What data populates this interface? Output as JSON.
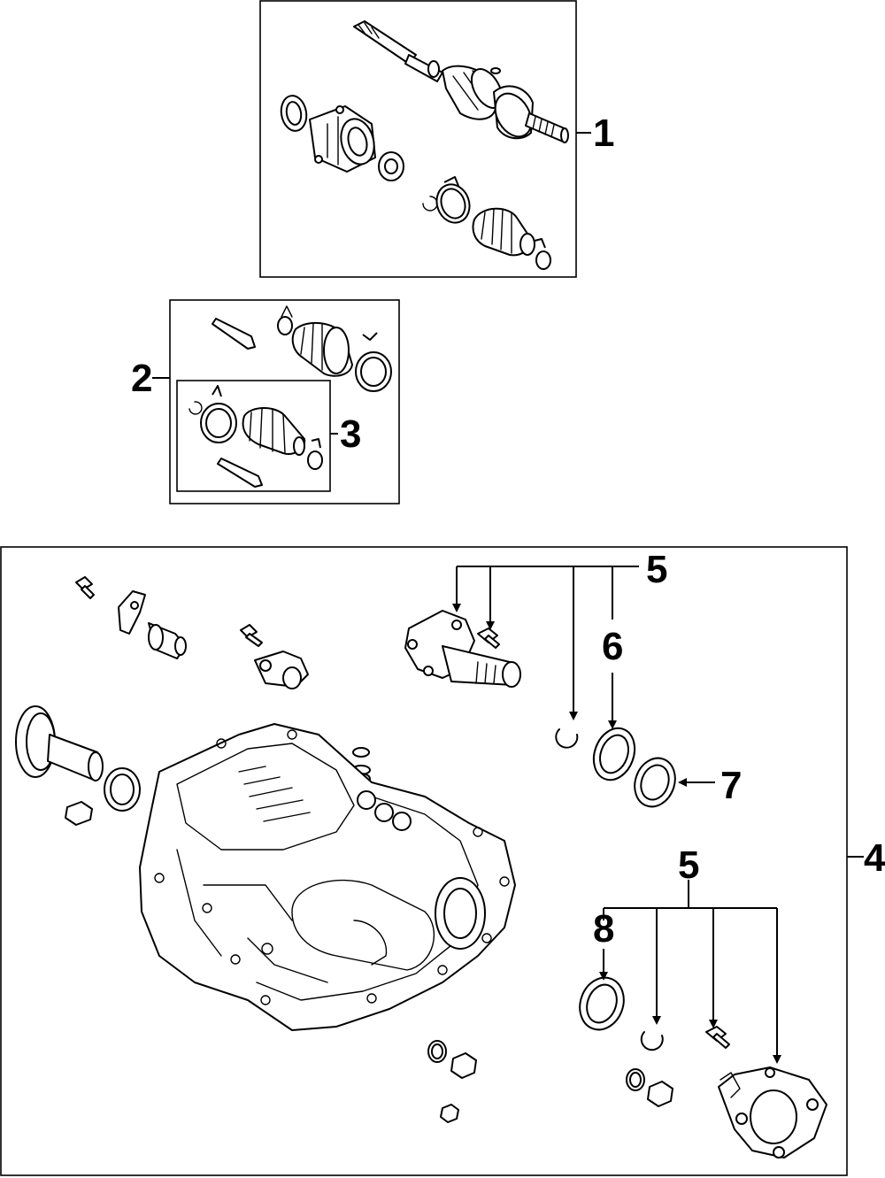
{
  "callouts": {
    "c1": "1",
    "c2": "2",
    "c3": "3",
    "c4": "4",
    "c5a": "5",
    "c6": "6",
    "c7": "7",
    "c5b": "5",
    "c8": "8"
  }
}
